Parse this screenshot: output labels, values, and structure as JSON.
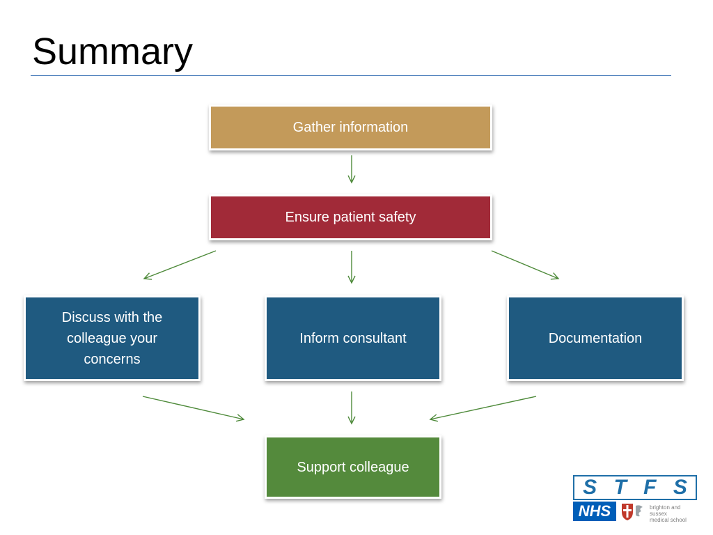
{
  "slide": {
    "title": "Summary"
  },
  "flow": {
    "nodes": [
      {
        "id": "gather",
        "label": "Gather information",
        "color": "#c39a5a"
      },
      {
        "id": "safety",
        "label": "Ensure patient safety",
        "color": "#a12a38"
      },
      {
        "id": "discuss",
        "label": "Discuss with the colleague your concerns",
        "color": "#1f5a80"
      },
      {
        "id": "consultant",
        "label": "Inform consultant",
        "color": "#1f5a80"
      },
      {
        "id": "documentation",
        "label": "Documentation",
        "color": "#1f5a80"
      },
      {
        "id": "support",
        "label": "Support colleague",
        "color": "#548a3c"
      }
    ],
    "edges": [
      {
        "from": "gather",
        "to": "safety"
      },
      {
        "from": "safety",
        "to": "discuss"
      },
      {
        "from": "safety",
        "to": "consultant"
      },
      {
        "from": "safety",
        "to": "documentation"
      },
      {
        "from": "discuss",
        "to": "support"
      },
      {
        "from": "consultant",
        "to": "support"
      },
      {
        "from": "documentation",
        "to": "support"
      }
    ],
    "arrow_color": "#4e8a3a"
  },
  "logo": {
    "letters": [
      "S",
      "T",
      "F",
      "S"
    ],
    "nhs": "NHS",
    "crest_icon": "university-crest-icon",
    "school_lines": [
      "brighton and sussex",
      "medical school"
    ]
  }
}
